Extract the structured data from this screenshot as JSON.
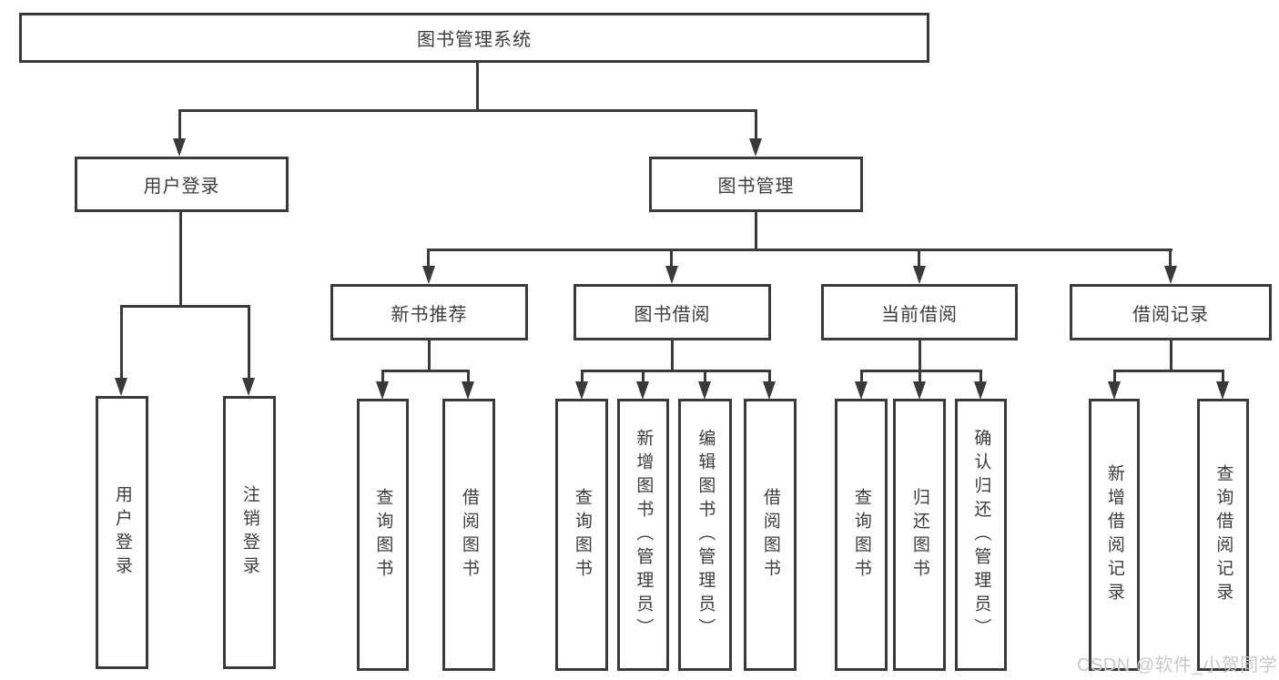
{
  "diagram": {
    "root": {
      "label": "图书管理系统"
    },
    "branches": [
      {
        "label": "用户登录",
        "leaves": [
          {
            "label": "用户登录"
          },
          {
            "label": "注销登录"
          }
        ]
      },
      {
        "label": "图书管理",
        "groups": [
          {
            "label": "新书推荐",
            "leaves": [
              {
                "label": "查询图书"
              },
              {
                "label": "借阅图书"
              }
            ]
          },
          {
            "label": "图书借阅",
            "leaves": [
              {
                "label": "查询图书"
              },
              {
                "label": "新增图书（管理员）"
              },
              {
                "label": "编辑图书（管理员）"
              },
              {
                "label": "借阅图书"
              }
            ]
          },
          {
            "label": "当前借阅",
            "leaves": [
              {
                "label": "查询图书"
              },
              {
                "label": "归还图书"
              },
              {
                "label": "确认归还（管理员）"
              }
            ]
          },
          {
            "label": "借阅记录",
            "leaves": [
              {
                "label": "新增借阅记录"
              },
              {
                "label": "查询借阅记录"
              }
            ]
          }
        ]
      }
    ]
  },
  "watermark": {
    "text": "CSDN @软件_小贺同学"
  },
  "colors": {
    "line": "#3a3a3a",
    "background": "#ffffff",
    "box_fill": "#ffffff",
    "watermark": "#c9c9c9"
  }
}
